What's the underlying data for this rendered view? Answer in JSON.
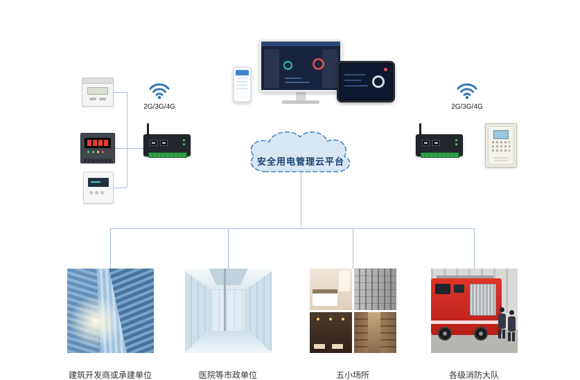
{
  "cloud": {
    "label": "安全用电管理云平台"
  },
  "networks": {
    "left_label": "2G/3G/4G",
    "right_label": "2G/3G/4G"
  },
  "scenes": [
    {
      "label": "建筑开发商或承建单位"
    },
    {
      "label": "医院等市政单位"
    },
    {
      "label": "五小场所"
    },
    {
      "label": "各级消防大队"
    }
  ],
  "colors": {
    "cloud_fill": "#d9e7f5",
    "cloud_border": "#4a86c4",
    "cloud_text": "#16406e",
    "connector_line": "#a6bed8",
    "wifi_blue": "#2e75b6",
    "terminal_green": "#35a14a",
    "fire_truck_red": "#cc2b1f"
  },
  "icons": [
    {
      "name": "wifi-icon",
      "shape": "three-arc wireless signal, blue"
    },
    {
      "name": "cloud-shape",
      "shape": "dashed-outline cloud, light blue fill"
    }
  ]
}
